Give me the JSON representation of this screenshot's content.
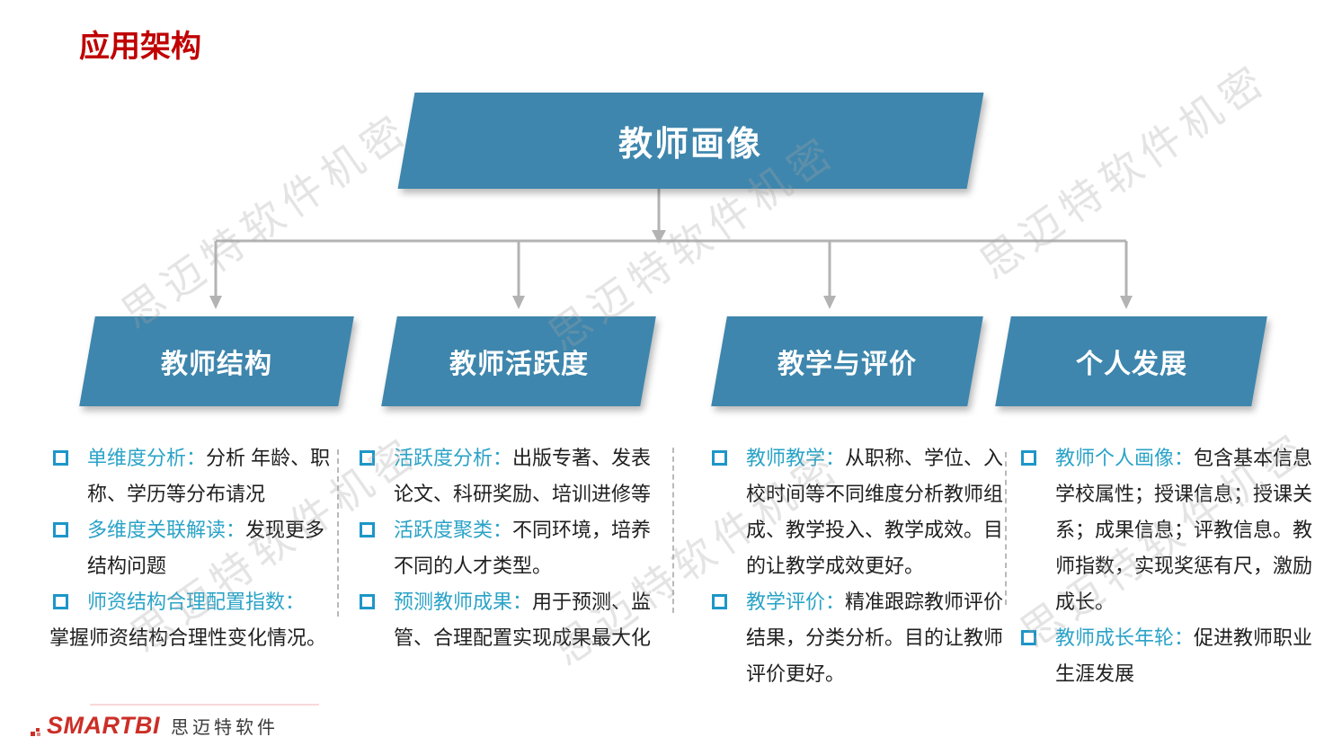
{
  "page_title": "应用架构",
  "watermark_text": "思迈特软件机密",
  "diagram": {
    "root_label": "教师画像",
    "branches": [
      {
        "title": "教师结构",
        "bullets": [
          {
            "lead": "单维度分析：",
            "body": "分析 年龄、职称、学历等分布请况"
          },
          {
            "lead": "多维度关联解读：",
            "body": "发现更多结构问题"
          },
          {
            "lead": "师资结构合理配置指数：",
            "body": "掌握师资结构合理性变化情况。",
            "outdent": true
          }
        ]
      },
      {
        "title": "教师活跃度",
        "bullets": [
          {
            "lead": "活跃度分析：",
            "body": "出版专著、发表论文、科研奖励、培训进修等"
          },
          {
            "lead": "活跃度聚类：",
            "body": "不同环境，培养不同的人才类型。"
          },
          {
            "lead": "预测教师成果：",
            "body": "用于预测、监管、合理配置实现成果最大化"
          }
        ]
      },
      {
        "title": "教学与评价",
        "bullets": [
          {
            "lead": "教师教学：",
            "body": "从职称、学位、入校时间等不同维度分析教师组成、教学投入、教学成效。目的让教学成效更好。"
          },
          {
            "lead": "教学评价：",
            "body": "精准跟踪教师评价结果，分类分析。目的让教师评价更好。"
          }
        ]
      },
      {
        "title": "个人发展",
        "bullets": [
          {
            "lead": "教师个人画像：",
            "body": "包含基本信息学校属性；授课信息；授课关系；成果信息；评教信息。教师指数，实现奖惩有尺，激励成长。"
          },
          {
            "lead": "教师成长年轮：",
            "body": "促进教师职业生涯发展"
          }
        ]
      }
    ]
  },
  "footer": {
    "brand": "SMARTBI",
    "company": "思迈特软件"
  },
  "colors": {
    "box_blue": "#3e86ad",
    "accent_teal": "#2aa3c7",
    "bullet_square": "#1d96c8",
    "title_red": "#c00000",
    "brand_red": "#cb2f27",
    "connector_gray": "#b3b3b3"
  }
}
